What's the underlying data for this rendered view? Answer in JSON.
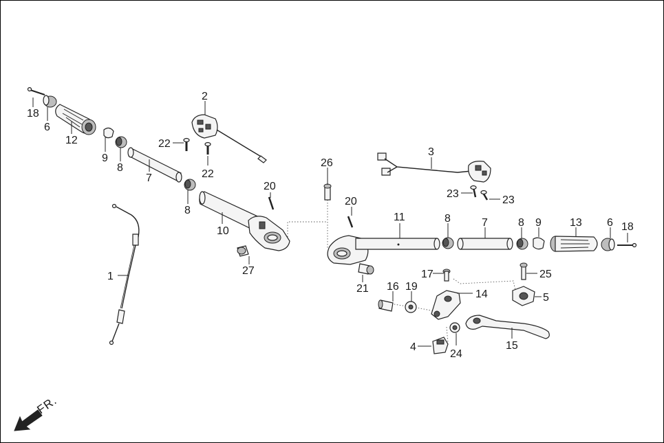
{
  "diagram": {
    "direction_label": "FR.",
    "callouts": [
      "1",
      "2",
      "3",
      "4",
      "5",
      "6",
      "6",
      "7",
      "7",
      "8",
      "8",
      "8",
      "8",
      "9",
      "9",
      "10",
      "11",
      "12",
      "13",
      "14",
      "15",
      "16",
      "17",
      "18",
      "18",
      "19",
      "20",
      "20",
      "21",
      "22",
      "22",
      "23",
      "23",
      "24",
      "25",
      "26",
      "27"
    ]
  }
}
